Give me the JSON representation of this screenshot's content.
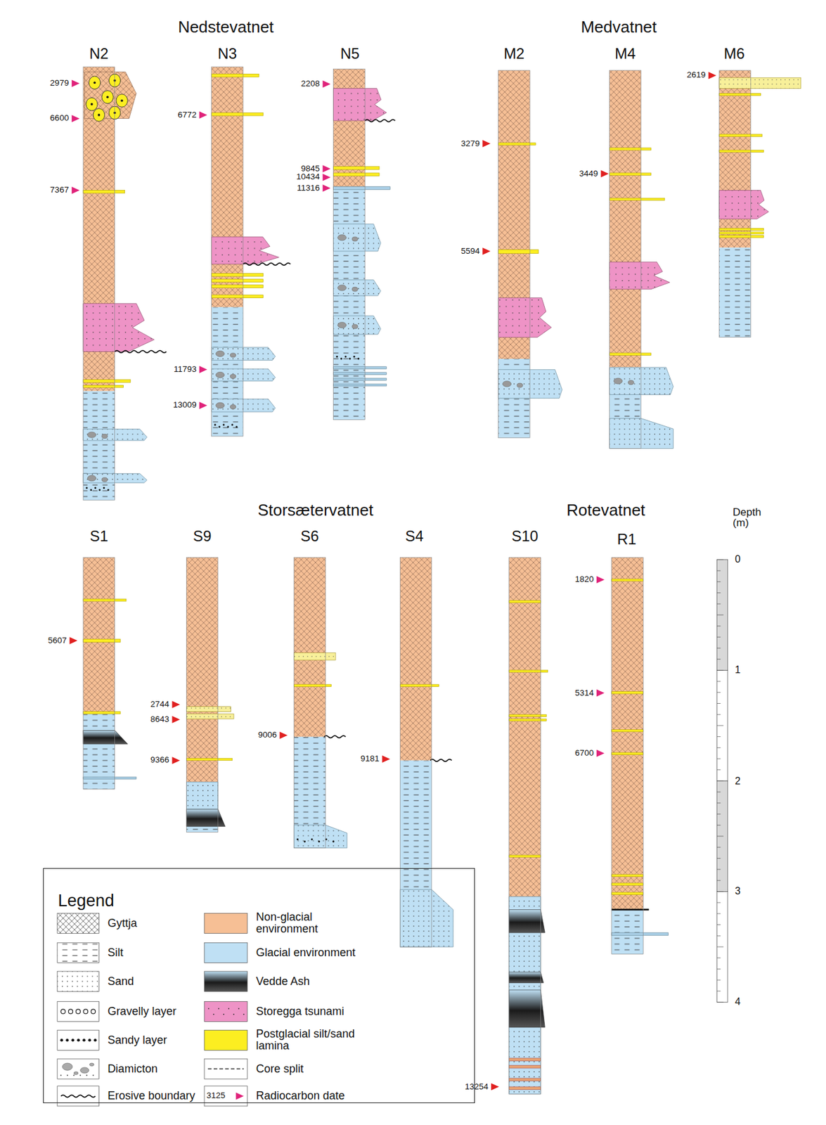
{
  "diagram": {
    "nodes": [
      {
        "text": [
          "Legend"
        ]
      }
    ],
    "labels": [
      "Nedstevatnet",
      "Medvatnet",
      "N2",
      "N3",
      "N5",
      "M2",
      "M4",
      "M6",
      "Storsætervatnet",
      "Rotevatnet",
      "S1",
      "S9",
      "S6",
      "S4",
      "S10",
      "R1",
      "Depth (m)",
      "0",
      "1",
      "2",
      "3",
      "4",
      "2979",
      "6600",
      "7367",
      "6772",
      "11793",
      "13009",
      "2208",
      "9845",
      "10434",
      "11316",
      "3279",
      "5594",
      "3449",
      "2619",
      "5607",
      "2744",
      "8643",
      "9366",
      "9006",
      "9181",
      "13254",
      "1820",
      "5314",
      "6700",
      "3125"
    ],
    "legend": [
      {
        "text": "Gyttja"
      },
      {
        "text": "Silt"
      },
      {
        "text": "Sand"
      },
      {
        "text": "Gravelly layer"
      },
      {
        "text": "Sandy layer"
      },
      {
        "text": "Diamicton"
      },
      {
        "text": "Erosive boundary"
      },
      {
        "text": "Non-glacial environment",
        "color": "#f6bf95"
      },
      {
        "text": "Glacial environment",
        "color": "#bfe0f4"
      },
      {
        "text": "Vedde Ash"
      },
      {
        "text": "Storegga tsunami",
        "color": "#ee93c6"
      },
      {
        "text": "Postglacial silt/sand lamina",
        "color": "#fcee21"
      },
      {
        "text": "Core split"
      },
      {
        "text": "Radiocarbon date"
      }
    ]
  }
}
